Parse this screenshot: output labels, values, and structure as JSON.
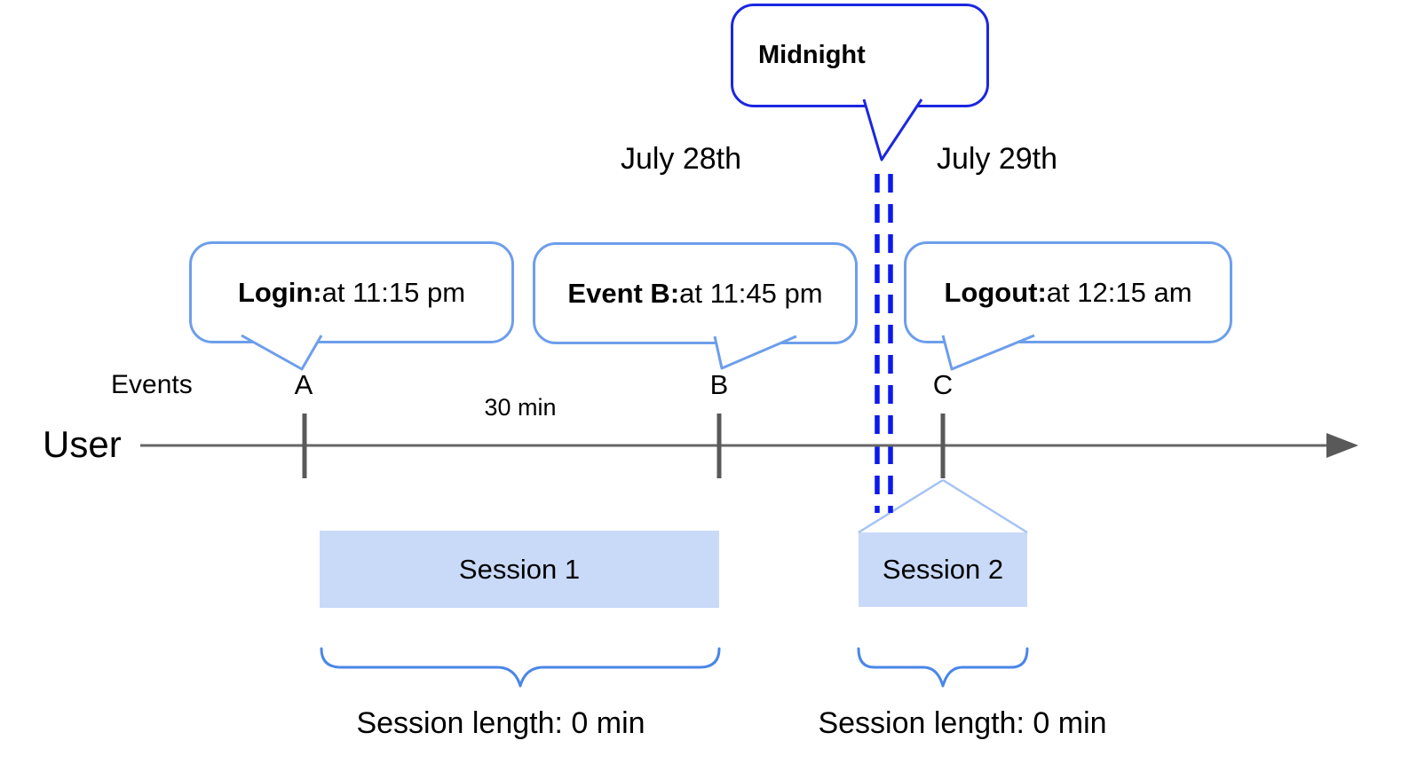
{
  "diagram": {
    "midnight_callout": "Midnight",
    "date_left": "July 28th",
    "date_right": "July 29th",
    "event_callouts": [
      {
        "bold": "Login:",
        "rest": " at 11:15 pm"
      },
      {
        "bold": "Event B:",
        "rest": " at 11:45 pm"
      },
      {
        "bold": "Logout:",
        "rest": " at 12:15 am"
      }
    ],
    "events_row_label": "Events",
    "event_ticks": [
      "A",
      "B",
      "C"
    ],
    "user_label": "User",
    "interval_label": "30 min",
    "sessions": [
      {
        "name": "Session 1",
        "length": "Session length: 0 min"
      },
      {
        "name": "Session 2",
        "length": "Session length: 0 min"
      }
    ],
    "colors": {
      "callout_border": "#6d9eeb",
      "midnight_border": "#1b27e0",
      "midnight_dash": "#0c19ee",
      "session_fill": "#c9daf8",
      "brace": "#4a86e8",
      "connector_light": "#a4c2f4",
      "axis": "#666666",
      "tick": "#595959"
    }
  }
}
